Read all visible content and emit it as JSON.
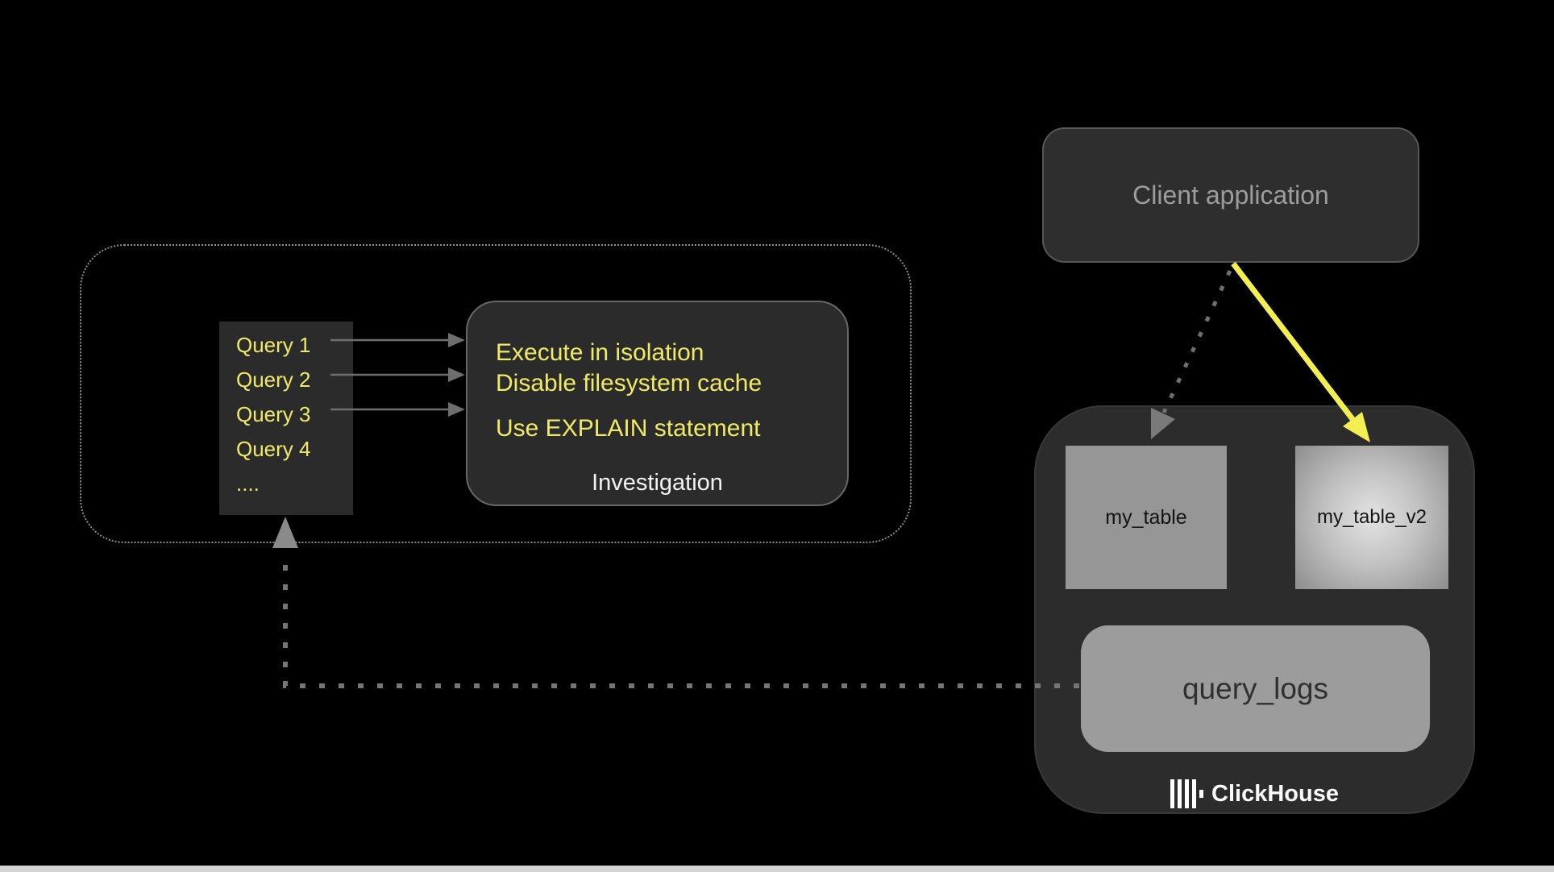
{
  "client_application": {
    "label": "Client application"
  },
  "query_list": {
    "items": [
      "Query 1",
      "Query 2",
      "Query 3",
      "Query 4",
      "...."
    ]
  },
  "investigation": {
    "tips": [
      "Execute in isolation",
      "Disable filesystem cache",
      "Use EXPLAIN statement"
    ],
    "label": "Investigation"
  },
  "clickhouse": {
    "my_table": "my_table",
    "my_table_v2": "my_table_v2",
    "query_logs": "query_logs",
    "brand": "ClickHouse"
  },
  "colors": {
    "background": "#000000",
    "panel_fill": "#2b2b2b",
    "accent_yellow": "#EFEB66",
    "arrow_yellow": "#F3EF53",
    "muted_text": "#9D9D9D",
    "table_fill": "#969696",
    "connector_gray": "#7A7A7A",
    "bottom_strip": "#D4D4D4"
  }
}
